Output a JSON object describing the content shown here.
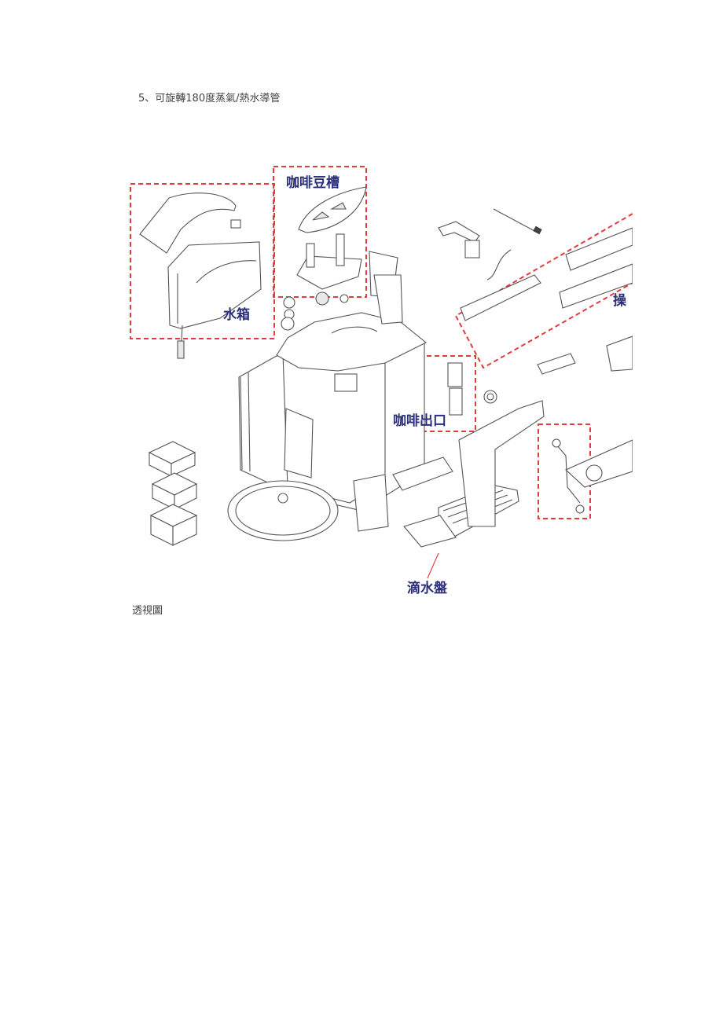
{
  "heading": "5、可旋轉180度蒸氣/熱水導管",
  "caption": "透視圖",
  "diagram": {
    "labels": {
      "water_tank": "水箱",
      "bean_hopper": "咖啡豆槽",
      "coffee_outlet": "咖啡出口",
      "drip_tray": "滴水盤",
      "control_panel_partial": "操"
    },
    "colors": {
      "dashed_frame": "#e03c3c",
      "label_text": "#2b2f7a",
      "line_art": "#555555"
    }
  }
}
